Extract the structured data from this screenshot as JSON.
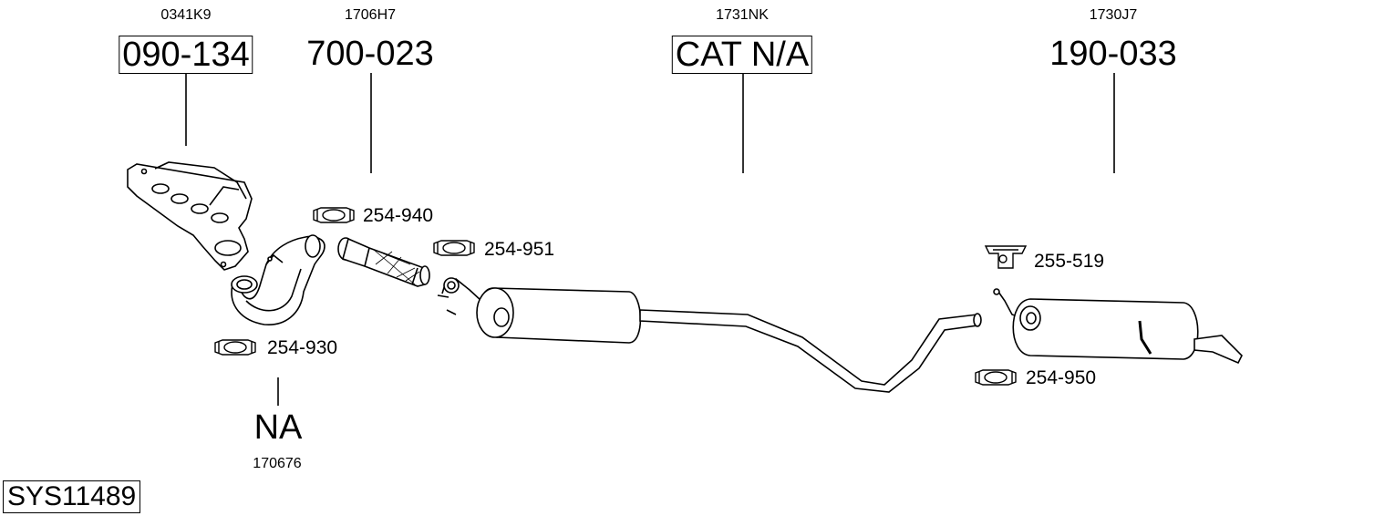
{
  "system_code": "SYS11489",
  "parts": [
    {
      "ref": "0341K9",
      "part_no": "090-134",
      "boxed": true
    },
    {
      "ref": "1706H7",
      "part_no": "700-023",
      "boxed": false
    },
    {
      "ref": "1731NK",
      "part_no": "CAT N/A",
      "boxed": true
    },
    {
      "ref": "1730J7",
      "part_no": "190-033",
      "boxed": false
    },
    {
      "ref": "170676",
      "part_no": "NA",
      "boxed": false
    }
  ],
  "clamps": [
    {
      "label": "254-940",
      "icon": "pipe-clamp-icon"
    },
    {
      "label": "254-951",
      "icon": "pipe-clamp-icon"
    },
    {
      "label": "254-930",
      "icon": "pipe-clamp-icon"
    },
    {
      "label": "255-519",
      "icon": "rubber-hanger-icon"
    },
    {
      "label": "254-950",
      "icon": "pipe-clamp-icon"
    }
  ]
}
